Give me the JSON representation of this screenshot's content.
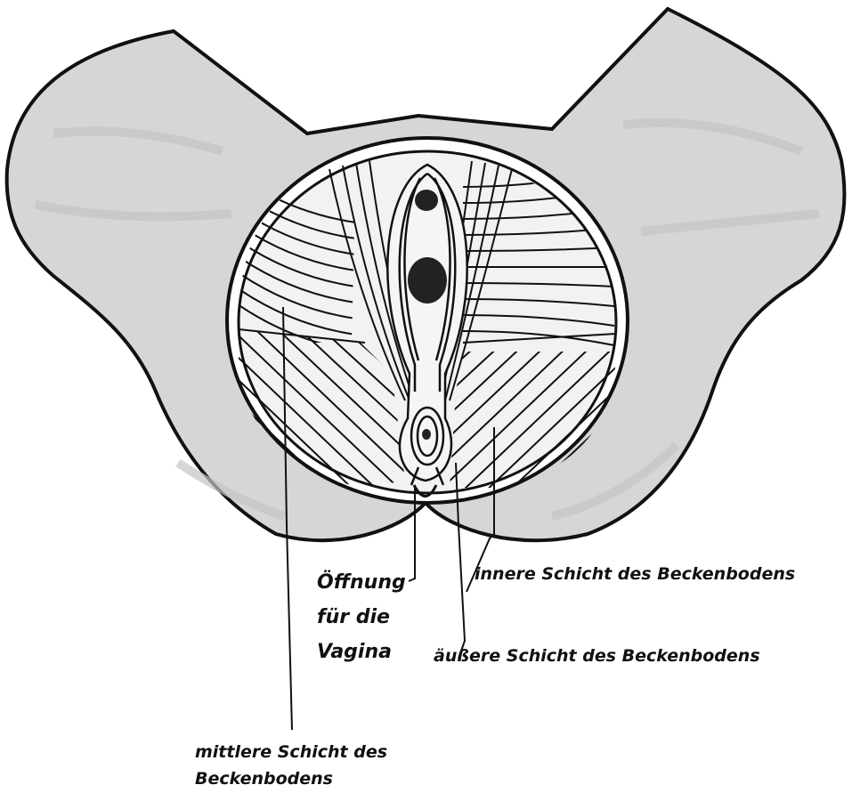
{
  "labels": {
    "opening_line1": "Öffnung",
    "opening_line2": "für die",
    "opening_line3": "Vagina",
    "inner_layer": "innere Schicht des Beckenbodens",
    "outer_layer": "äußere Schicht des Beckenbodens",
    "middle_layer_line1": "mittlere Schicht des",
    "middle_layer_line2": "Beckenbodens"
  },
  "colors": {
    "ink": "#111111",
    "tissue_fill": "#d6d6d6",
    "background": "#ffffff",
    "opening": "#222222"
  }
}
